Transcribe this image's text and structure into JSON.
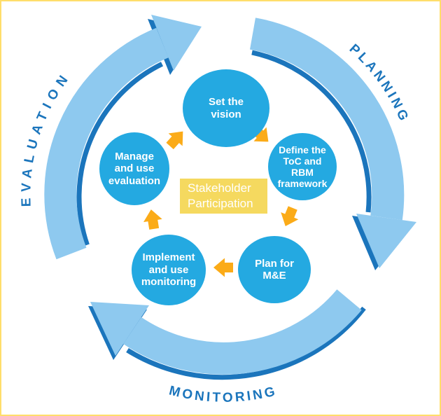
{
  "diagram": {
    "ring_labels": {
      "evaluation": "EVALUATION",
      "planning": "PLANNING",
      "monitoring": "MONITORING"
    },
    "center_box": {
      "text": "Stakeholder\nParticipation"
    },
    "steps": [
      {
        "id": "set-vision",
        "label": "Set the\nvision"
      },
      {
        "id": "define-toc-rbm",
        "label": "Define the\nToC and\nRBM\nframework"
      },
      {
        "id": "plan-for-me",
        "label": "Plan for\nM&E"
      },
      {
        "id": "implement-monitoring",
        "label": "Implement\nand use\nmonitoring"
      },
      {
        "id": "manage-evaluation",
        "label": "Manage\nand use\nevaluation"
      }
    ],
    "colors": {
      "step_circle_blue": "#24A9E1",
      "ring_band_blue": "#8EC9EF",
      "dark_blue": "#1B75BC",
      "small_arrow_orange": "#FBAB18",
      "center_box_yellow": "#F5D95F",
      "frame_border_yellow": "#FFDE6B",
      "text_white": "#FFFFFF"
    }
  }
}
